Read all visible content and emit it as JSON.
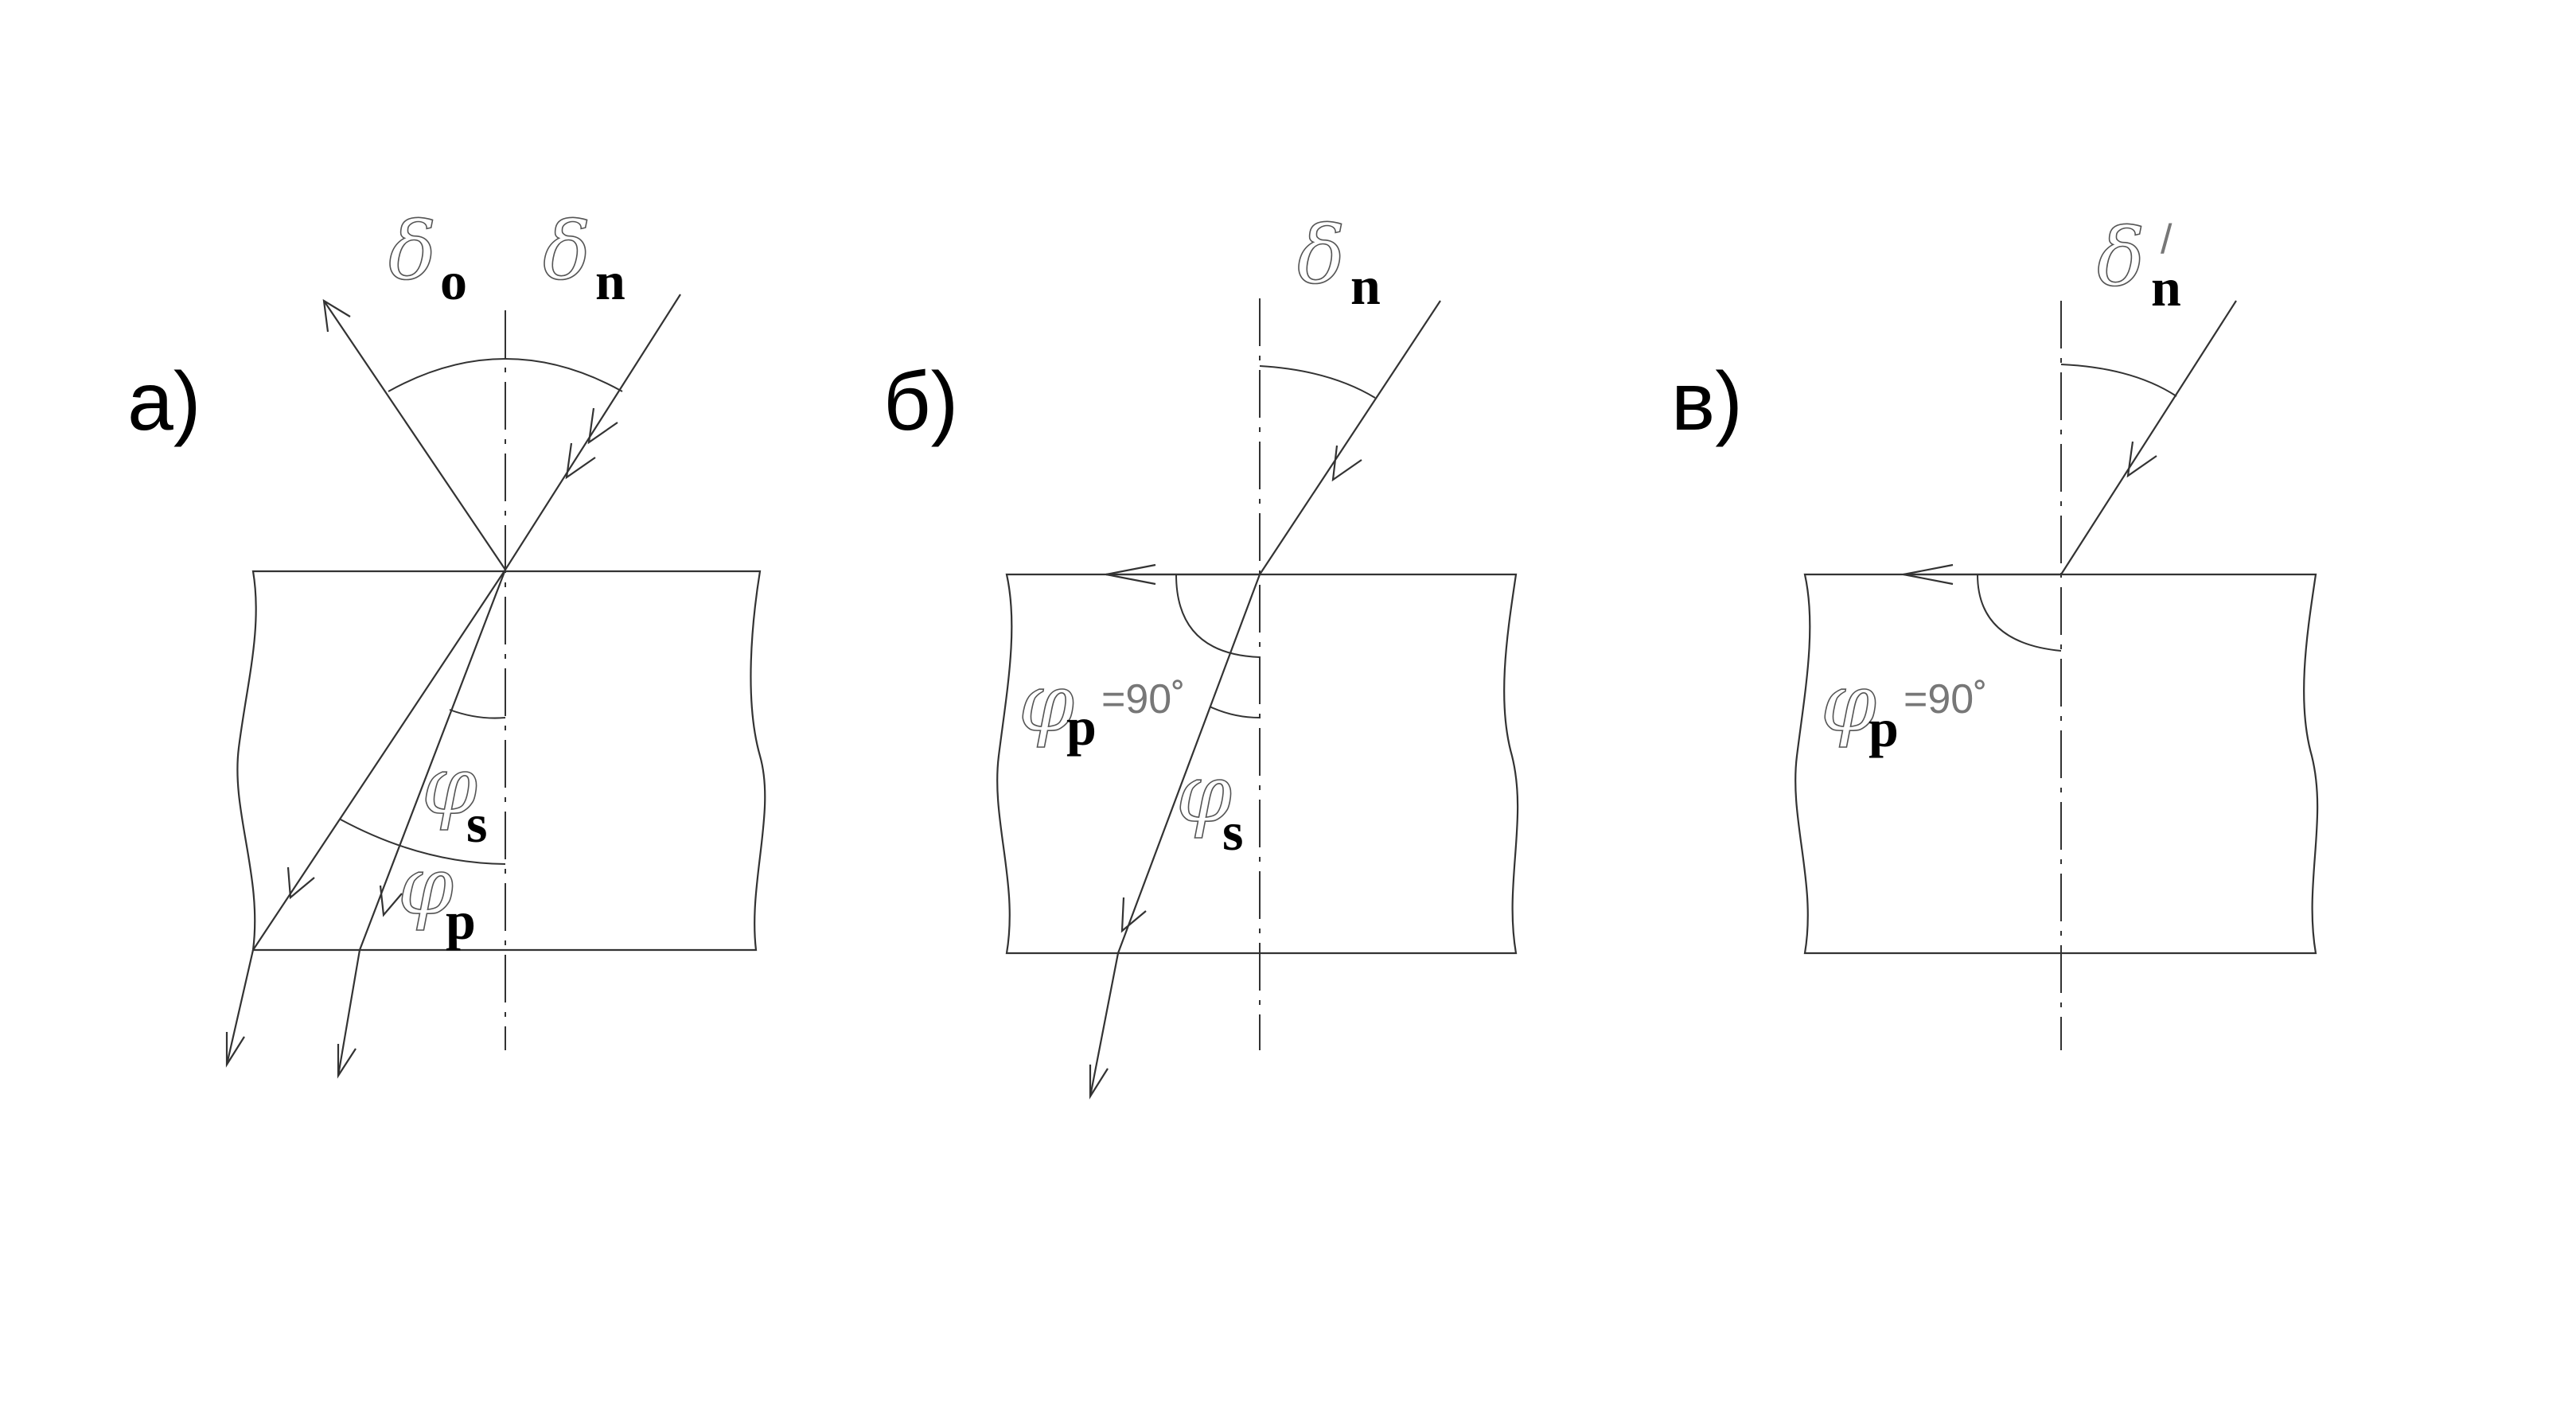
{
  "panels": {
    "a": {
      "label": "а)",
      "delta_o": {
        "symbol": "δ",
        "sub": "o"
      },
      "delta_n": {
        "symbol": "δ",
        "sub": "n"
      },
      "phi_s": {
        "symbol": "φ",
        "sub": "s"
      },
      "phi_p": {
        "symbol": "φ",
        "sub": "p"
      }
    },
    "b": {
      "label": "б)",
      "delta_n": {
        "symbol": "δ",
        "sub": "n"
      },
      "phi_p": {
        "symbol": "φ",
        "sub": "p",
        "value": "=90˚"
      },
      "phi_s": {
        "symbol": "φ",
        "sub": "s"
      }
    },
    "c": {
      "label": "в)",
      "delta_n": {
        "symbol": "δ",
        "sub": "n",
        "prime": "/"
      },
      "phi_p": {
        "symbol": "φ",
        "sub": "p",
        "value": "=90˚"
      }
    }
  }
}
